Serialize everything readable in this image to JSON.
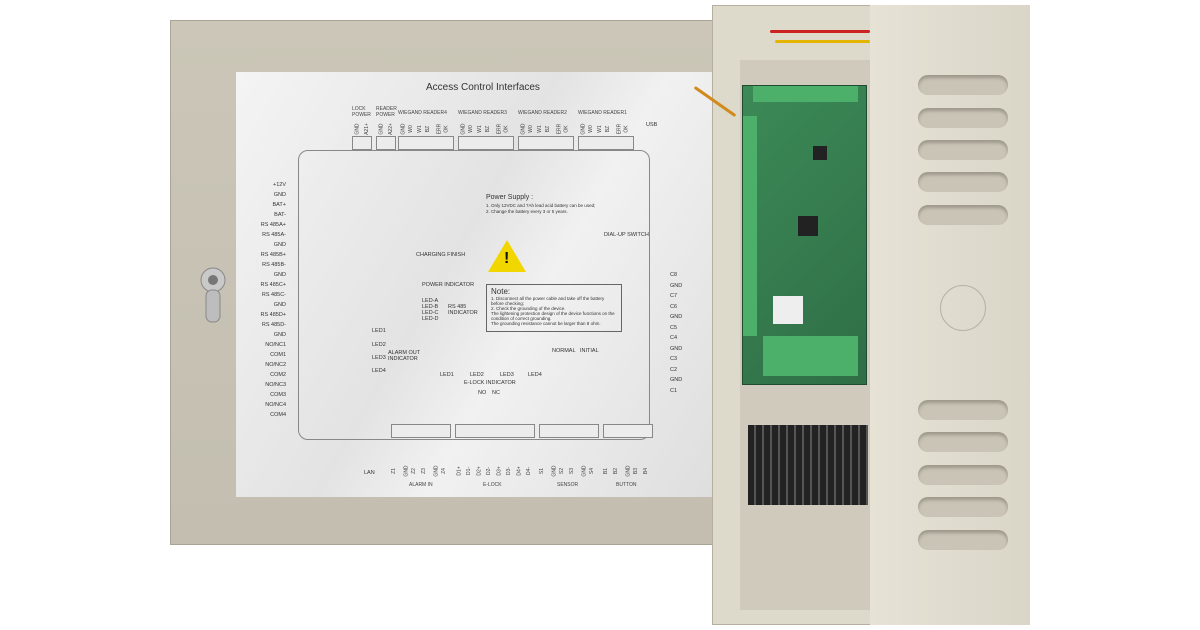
{
  "diagram": {
    "title": "Access Control Interfaces",
    "top_groups": [
      {
        "name": "LOCK POWER",
        "pins": [
          "GND",
          "A21+"
        ]
      },
      {
        "name": "READER POWER",
        "pins": [
          "GND",
          "A22+"
        ]
      },
      {
        "name": "WIEGAND READER4",
        "pins": [
          "GND",
          "W0",
          "W1",
          "BZ",
          "ERR",
          "OK"
        ]
      },
      {
        "name": "WIEGAND READER3",
        "pins": [
          "GND",
          "W0",
          "W1",
          "BZ",
          "ERR",
          "OK"
        ]
      },
      {
        "name": "WIEGAND READER2",
        "pins": [
          "GND",
          "W0",
          "W1",
          "BZ",
          "ERR",
          "OK"
        ]
      },
      {
        "name": "WIEGAND READER1",
        "pins": [
          "GND",
          "W0",
          "W1",
          "BZ",
          "ERR",
          "OK"
        ]
      }
    ],
    "usb": "USB",
    "left_pins": [
      "+12V",
      "GND",
      "BAT+",
      "BAT-",
      "RS 485A+",
      "RS 485A-",
      "GND",
      "RS 485B+",
      "RS 485B-",
      "GND",
      "RS 485C+",
      "RS 485C-",
      "GND",
      "RS 485D+",
      "RS 485D-",
      "GND",
      "NO/NC1",
      "COM1",
      "NO/NC2",
      "COM2",
      "NO/NC3",
      "COM3",
      "NO/NC4",
      "COM4"
    ],
    "right_pins": [
      "C8",
      "GND",
      "C7",
      "C6",
      "GND",
      "C5",
      "C4",
      "GND",
      "C3",
      "C2",
      "GND",
      "C1"
    ],
    "power_supply_title": "Power Supply :",
    "power_supply_lines": [
      "1. Only 12VDC and 7Ah lead acid battery can be used;",
      "2. Change the battery every 3 or 5 years."
    ],
    "dial_switch": "DIAL-UP SWITCH",
    "charging": "CHARGING FINISH",
    "power_indicator": "POWER INDICATOR",
    "led_abcd": [
      "LED-A",
      "LED-B",
      "LED-C",
      "LED-D"
    ],
    "rs485_indicator": "RS 485 INDICATOR",
    "note_title": "Note:",
    "note_lines": [
      "1. Disconnect all the power cable and take off the battery before checking;",
      "2. Check the grounding of the device.",
      "The lightening protection design of the device functions on the condition of correct grounding.",
      "The grounding resistance cannot be larger than 8 ohm."
    ],
    "alarm_leds": [
      "LED1",
      "LED2",
      "LED3",
      "LED4"
    ],
    "alarm_out_indicator": "ALARM OUT INDICATOR",
    "lock_leds": [
      "LED1",
      "LED2",
      "LED3",
      "LED4"
    ],
    "elock_indicator": "E-LOCK INDICATOR",
    "normal": "NORMAL",
    "initial": "INITIAL",
    "no": "NO",
    "nc": "NC",
    "lan": "LAN",
    "bottom_groups": [
      {
        "name": "ALARM IN",
        "pins": [
          "Z1",
          "GND",
          "Z2",
          "Z3",
          "GND",
          "Z4"
        ]
      },
      {
        "name": "E-LOCK",
        "pins": [
          "D1+",
          "D1-",
          "D2+",
          "D2-",
          "D3+",
          "D3-",
          "D4+",
          "D4-"
        ]
      },
      {
        "name": "SENSOR",
        "pins": [
          "S1",
          "GND",
          "S2",
          "S3",
          "GND",
          "S4"
        ]
      },
      {
        "name": "BUTTON",
        "pins": [
          "B1",
          "B2",
          "GND",
          "B3",
          "B4"
        ]
      }
    ]
  },
  "colors": {
    "cabinet": "#ddd9cb",
    "door": "#c6c1b3",
    "pcb": "#35794e",
    "warning": "#f2d600"
  }
}
